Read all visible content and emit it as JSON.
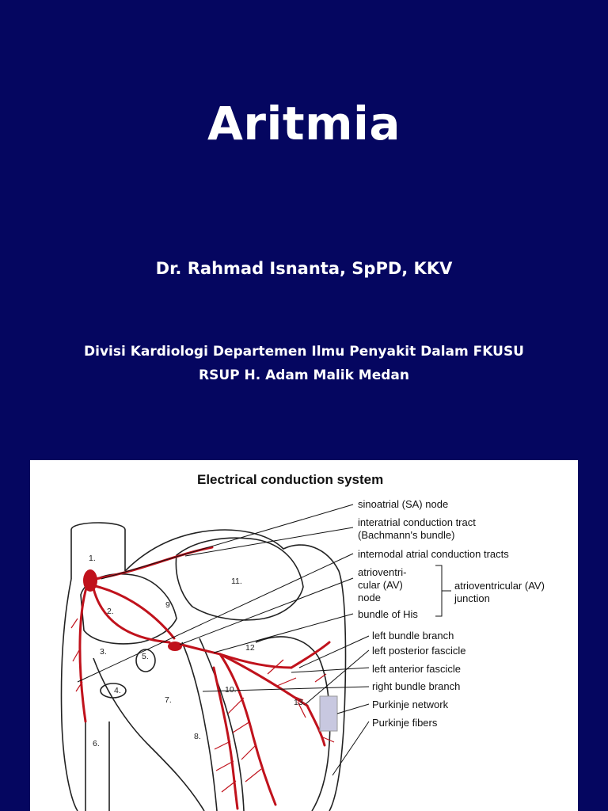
{
  "slide": {
    "title": "Aritmia",
    "author": "Dr. Rahmad Isnanta, SpPD, KKV",
    "affiliation_line1": "Divisi Kardiologi Departemen Ilmu  Penyakit Dalam FKUSU",
    "affiliation_line2": "RSUP H. Adam Malik Medan"
  },
  "figure": {
    "title": "Electrical conduction system",
    "labels": [
      "sinoatrial (SA) node",
      "interatrial conduction tract",
      "(Bachmann's bundle)",
      "internodal atrial conduction tracts",
      "atrioventri-",
      "cular (AV)",
      "node",
      "bundle of His",
      "atrioventricular (AV)",
      "junction",
      "left bundle branch",
      "left posterior fascicle",
      "left anterior fascicle",
      "right bundle branch",
      "Purkinje network",
      "Purkinje fibers"
    ],
    "numbers": [
      "1.",
      "2.",
      "3.",
      "4.",
      "5.",
      "6.",
      "7.",
      "8.",
      "9",
      "10.",
      "11.",
      "12",
      "13."
    ]
  },
  "colors": {
    "background": "#050660",
    "text": "#ffffff",
    "conduction": "#c0121c"
  }
}
